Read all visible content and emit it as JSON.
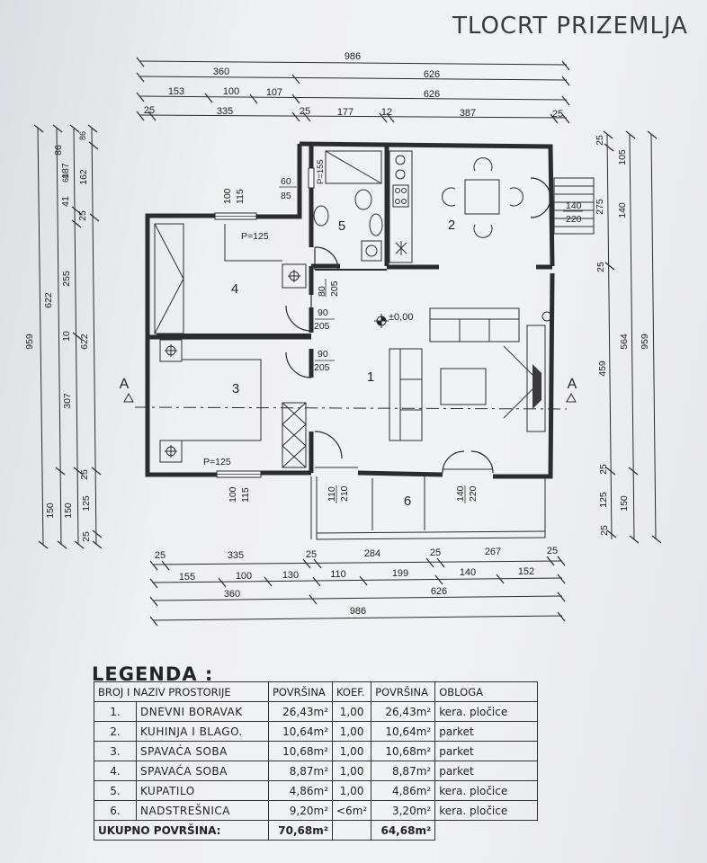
{
  "title": "TLOCRT PRIZEMLJA",
  "legend": {
    "title": "LEGENDA :",
    "headers": [
      "BROJ I NAZIV PROSTORIJE",
      "POVRŠINA",
      "KOEF.",
      "POVRŠINA",
      "OBLOGA"
    ],
    "rows": [
      {
        "num": "1.",
        "name": "DNEVNI BORAVAK",
        "area": "26,43m²",
        "koef": "1,00",
        "area2": "26,43m²",
        "obloga": "kera. pločice"
      },
      {
        "num": "2.",
        "name": "KUHINJA I BLAGO.",
        "area": "10,64m²",
        "koef": "1,00",
        "area2": "10,64m²",
        "obloga": "parket"
      },
      {
        "num": "3.",
        "name": "SPAVAĆA SOBA",
        "area": "10,68m²",
        "koef": "1,00",
        "area2": "10,68m²",
        "obloga": "parket"
      },
      {
        "num": "4.",
        "name": "SPAVAĆA SOBA",
        "area": "8,87m²",
        "koef": "1,00",
        "area2": "8,87m²",
        "obloga": "parket"
      },
      {
        "num": "5.",
        "name": "KUPATILO",
        "area": "4,86m²",
        "koef": "1,00",
        "area2": "4,86m²",
        "obloga": "kera. pločice"
      },
      {
        "num": "6.",
        "name": "NADSTREŠNICA",
        "area": "9,20m²",
        "koef": "<6m²",
        "area2": "3,20m²",
        "obloga": "kera. pločice"
      }
    ],
    "total_label": "UKUPNO POVRŠINA:",
    "total_area": "70,68m²",
    "total_area2": "64,68m²"
  },
  "rooms": {
    "r1": "1",
    "r2": "2",
    "r3": "3",
    "r4": "4",
    "r5": "5",
    "r6": "6"
  },
  "section": {
    "a_left": "A",
    "a_right": "A"
  },
  "level": "±0,00",
  "dims_top": {
    "r1": [
      "986"
    ],
    "r2": [
      "360",
      "626"
    ],
    "r3": [
      "153",
      "100",
      "107",
      "626"
    ],
    "r4": [
      "25",
      "335",
      "25",
      "177",
      "12",
      "387",
      "25"
    ]
  },
  "dims_bottom": {
    "r1": [
      "25",
      "335",
      "25",
      "284",
      "25",
      "267",
      "25"
    ],
    "r2": [
      "155",
      "100",
      "130",
      "110",
      "199",
      "140",
      "152"
    ],
    "r3": [
      "360",
      "626"
    ],
    "r4": [
      "986"
    ]
  },
  "dims_left": {
    "c1": [
      "959"
    ],
    "c2": [
      "622",
      "150"
    ],
    "c3": [
      "187",
      "41",
      "60",
      "86",
      "255",
      "10",
      "307",
      "150",
      "25"
    ],
    "c4": [
      "86",
      "25",
      "162",
      "622",
      "25",
      "125",
      "25"
    ]
  },
  "dims_right": {
    "c1": [
      "25",
      "105",
      "140",
      "275",
      "25",
      "459",
      "25",
      "125",
      "25"
    ],
    "c2": [
      "564",
      "150"
    ],
    "c3": [
      "959"
    ]
  },
  "openings": {
    "w4": "P=125",
    "w3": "P=125",
    "w4_size": [
      "100",
      "115"
    ],
    "w3_size": [
      "100",
      "115"
    ],
    "w5_size": [
      "60",
      "85"
    ],
    "w5_p": "P=155",
    "d2_size": [
      "140",
      "220"
    ],
    "d5_size": [
      "80",
      "205"
    ],
    "d4_size": [
      "90",
      "205"
    ],
    "d3_size": [
      "90",
      "205"
    ],
    "d1_size": [
      "110",
      "210"
    ],
    "d6_size": [
      "140",
      "220"
    ]
  }
}
